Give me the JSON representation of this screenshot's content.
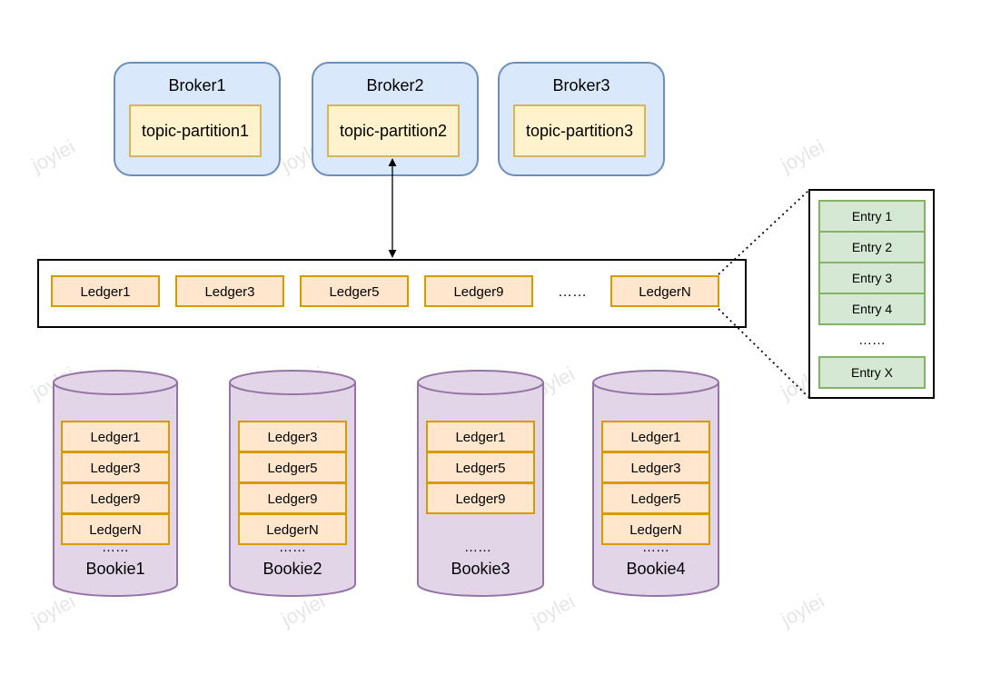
{
  "brokers": [
    {
      "name": "Broker1",
      "partition": "topic-partition1"
    },
    {
      "name": "Broker2",
      "partition": "topic-partition2"
    },
    {
      "name": "Broker3",
      "partition": "topic-partition3"
    }
  ],
  "ledger_strip": {
    "ledgers": [
      "Ledger1",
      "Ledger3",
      "Ledger5",
      "Ledger9"
    ],
    "ellipsis": "……",
    "last": "LedgerN"
  },
  "entries": {
    "items": [
      "Entry 1",
      "Entry 2",
      "Entry 3",
      "Entry 4"
    ],
    "ellipsis": "……",
    "last": "Entry X"
  },
  "bookies": [
    {
      "name": "Bookie1",
      "ledgers": [
        "Ledger1",
        "Ledger3",
        "Ledger9",
        "LedgerN"
      ],
      "ellipsis": "……"
    },
    {
      "name": "Bookie2",
      "ledgers": [
        "Ledger3",
        "Ledger5",
        "Ledger9",
        "LedgerN"
      ],
      "ellipsis": "……"
    },
    {
      "name": "Bookie3",
      "ledgers": [
        "Ledger1",
        "Ledger5",
        "Ledger9"
      ],
      "ellipsis": "……"
    },
    {
      "name": "Bookie4",
      "ledgers": [
        "Ledger1",
        "Ledger3",
        "Ledger5",
        "LedgerN"
      ],
      "ellipsis": "……"
    }
  ],
  "watermark": "joylei",
  "colors": {
    "broker_fill": "#dae8fc",
    "broker_stroke": "#6c8ebf",
    "partition_fill": "#fff2cc",
    "partition_stroke": "#d6b656",
    "ledger_fill": "#ffe6cc",
    "ledger_stroke": "#d79b00",
    "entry_fill": "#d5e8d4",
    "entry_stroke": "#82b366",
    "bookie_fill": "#e1d5e7",
    "bookie_stroke": "#9673a6"
  }
}
